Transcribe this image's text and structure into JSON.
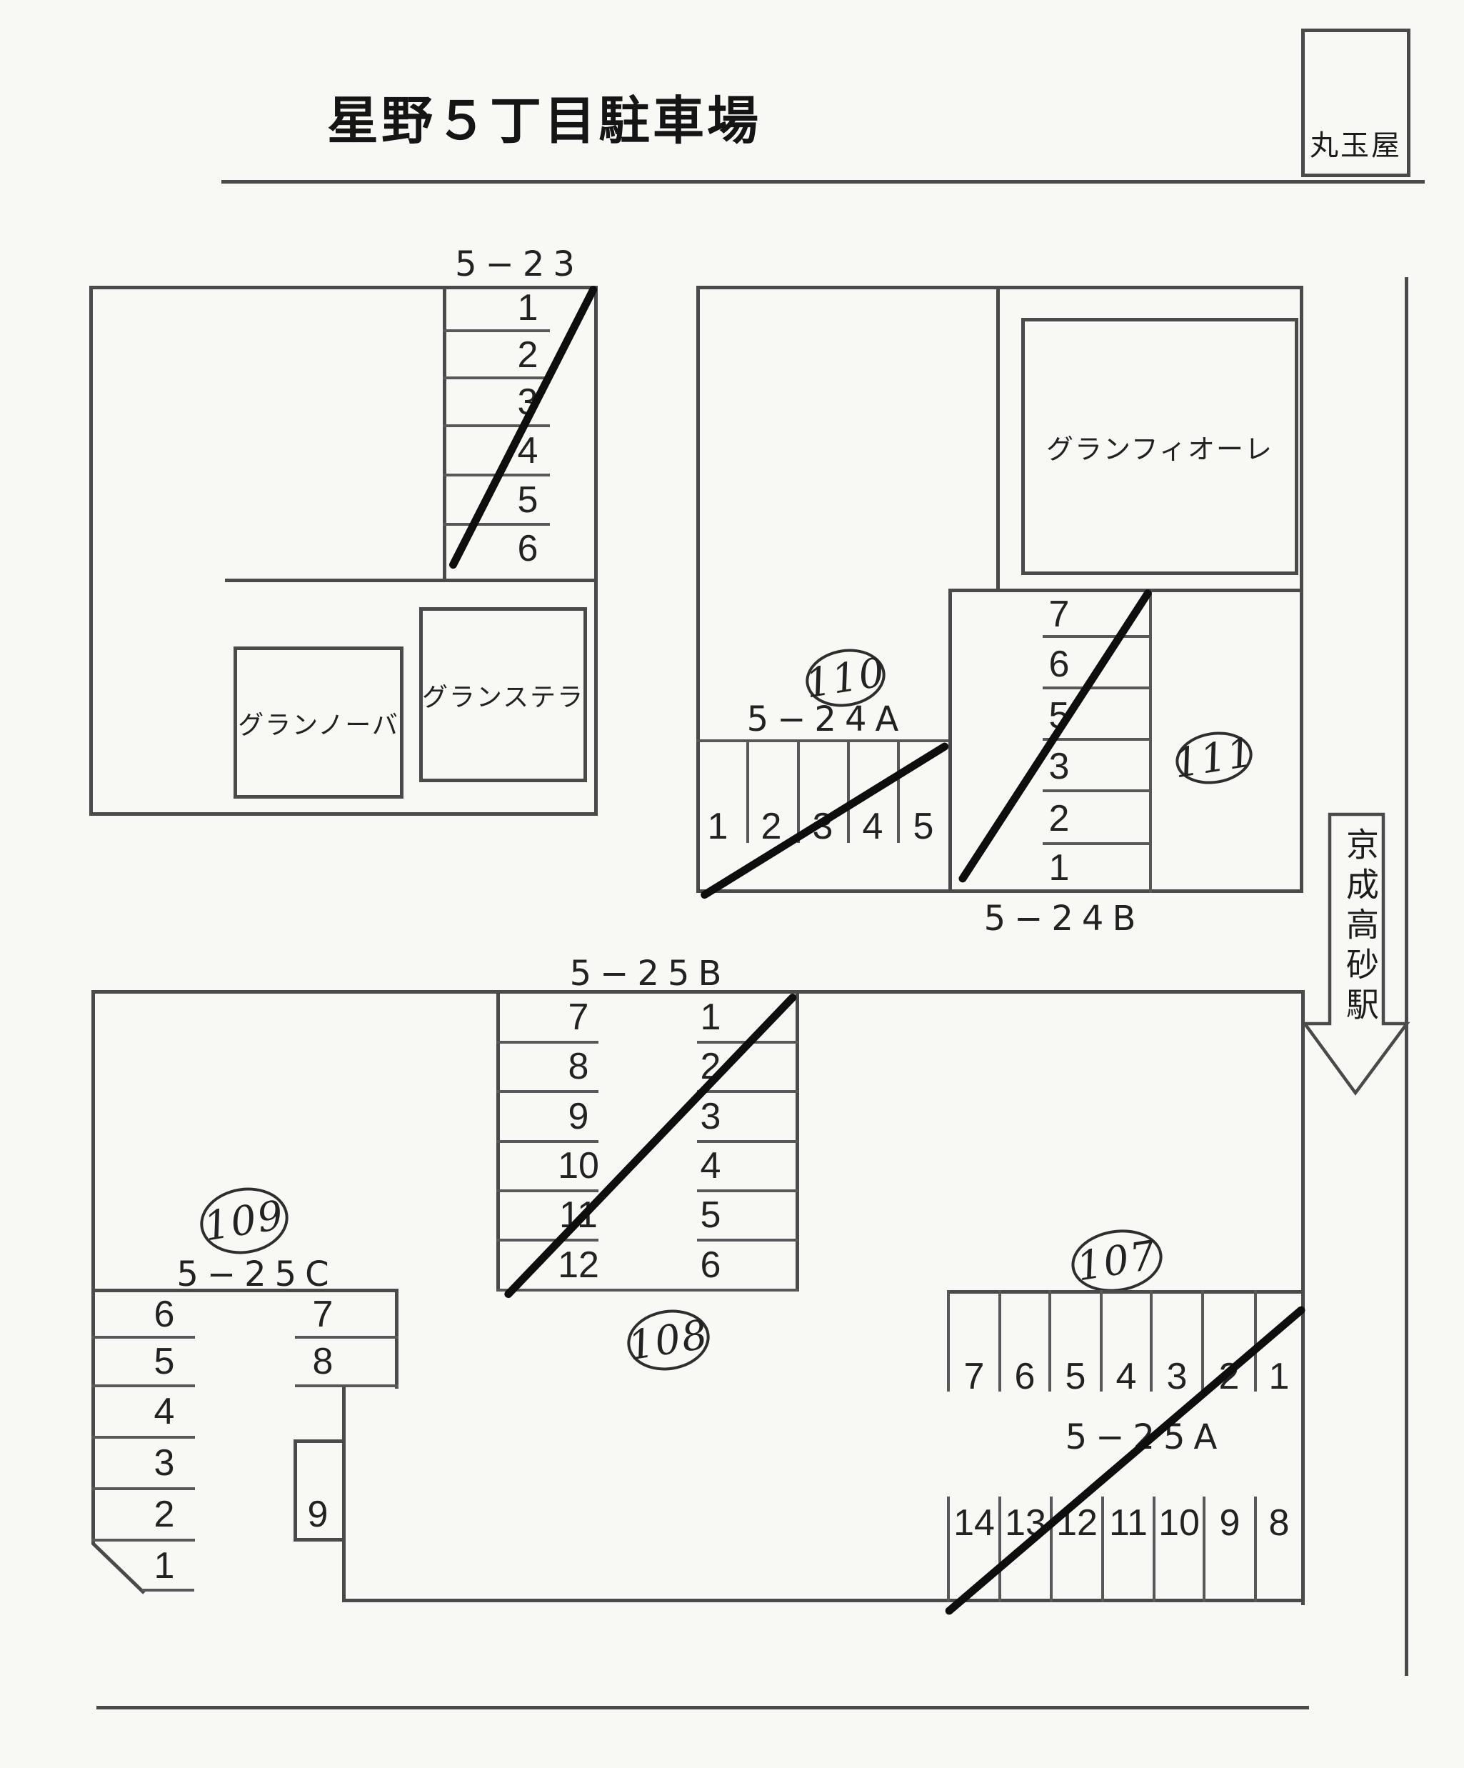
{
  "title": "星野５丁目駐車場",
  "landmarks": {
    "marutamaya": "丸玉屋",
    "station": "京成高砂駅"
  },
  "buildings": {
    "gran_nova": "グランノーバ",
    "gran_stella": "グランステラ",
    "gran_fiore": "グランフィオーレ"
  },
  "zone_ids": {
    "n107": "107",
    "n108": "108",
    "n109": "109",
    "n110": "110",
    "n111": "111"
  },
  "sections": {
    "s523": {
      "label": "5−23",
      "stalls": [
        "1",
        "2",
        "3",
        "4",
        "5",
        "6"
      ]
    },
    "s524a": {
      "label": "5−24A",
      "stalls": [
        "1",
        "2",
        "3",
        "4",
        "5"
      ]
    },
    "s524b": {
      "label": "5−24B",
      "stalls": [
        "7",
        "6",
        "5",
        "3",
        "2",
        "1"
      ]
    },
    "s525b": {
      "label": "5−25B",
      "left_stalls": [
        "7",
        "8",
        "9",
        "10",
        "11",
        "12"
      ],
      "right_stalls": [
        "1",
        "2",
        "3",
        "4",
        "5",
        "6"
      ]
    },
    "s525c": {
      "label": "5−25C",
      "left_stalls": [
        "6",
        "5",
        "4",
        "3",
        "2",
        "1"
      ],
      "right_stalls": [
        "7",
        "8"
      ],
      "island_stall": "9"
    },
    "s525a": {
      "label": "5−25A",
      "top_stalls": [
        "7",
        "6",
        "5",
        "4",
        "3",
        "2",
        "1"
      ],
      "bottom_stalls": [
        "14",
        "13",
        "12",
        "11",
        "10",
        "9",
        "8"
      ]
    }
  }
}
